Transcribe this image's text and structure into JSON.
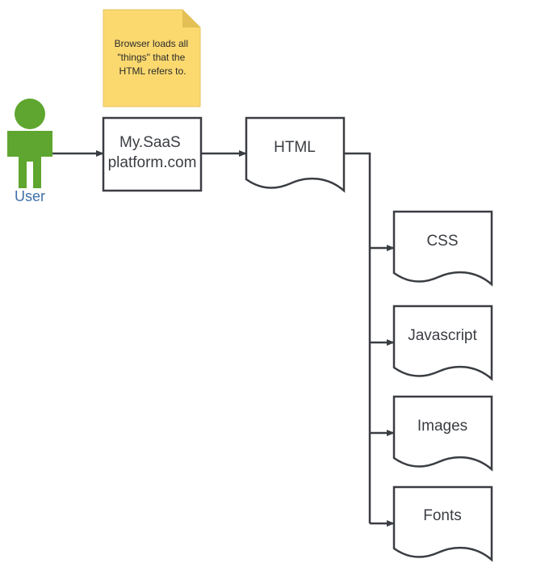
{
  "note": {
    "lines": [
      "Browser loads all",
      "\"things\" that the",
      "HTML refers to."
    ]
  },
  "user": {
    "label": "User"
  },
  "site": {
    "lines": [
      "My.SaaS",
      "platform.com"
    ]
  },
  "html_doc": {
    "label": "HTML"
  },
  "resources": [
    {
      "label": "CSS"
    },
    {
      "label": "Javascript"
    },
    {
      "label": "Images"
    },
    {
      "label": "Fonts"
    }
  ],
  "colors": {
    "note_fill": "#fbd96f",
    "note_fold": "#e3bf55",
    "user_fill": "#5ea62f",
    "user_label": "#3f6fa8",
    "stroke": "#3a3d42"
  }
}
